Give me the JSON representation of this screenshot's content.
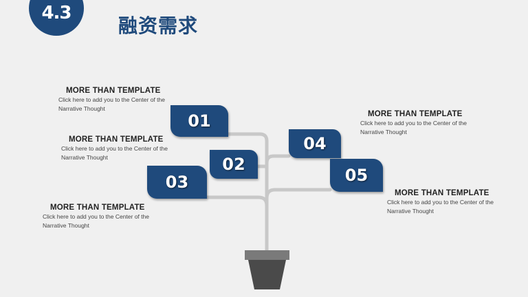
{
  "header": {
    "section_number": "4.3",
    "title": "融资需求"
  },
  "colors": {
    "accent": "#1f4a7c",
    "branch": "#c8c8c8",
    "pot_rim": "#7a7a7a",
    "pot_body": "#4a4a4a",
    "background": "#f0f0f0"
  },
  "boxes": [
    {
      "number": "01"
    },
    {
      "number": "02"
    },
    {
      "number": "03"
    },
    {
      "number": "04"
    },
    {
      "number": "05"
    }
  ],
  "labels": [
    {
      "title": "MORE THAN TEMPLATE",
      "line1": "Click here to add  you to the Center of the",
      "line2": "Narrative  Thought"
    },
    {
      "title": "MORE THAN TEMPLATE",
      "line1": "Click here to add  you to the Center of the",
      "line2": "Narrative  Thought"
    },
    {
      "title": "MORE THAN TEMPLATE",
      "line1": "Click here to add  you to the Center of the",
      "line2": "Narrative  Thought"
    },
    {
      "title": "MORE THAN TEMPLATE",
      "line1": "Click here to add  you to the Center of the",
      "line2": "Narrative  Thought"
    },
    {
      "title": "MORE THAN TEMPLATE",
      "line1": "Click here to add  you to the Center of the",
      "line2": "Narrative  Thought"
    }
  ]
}
